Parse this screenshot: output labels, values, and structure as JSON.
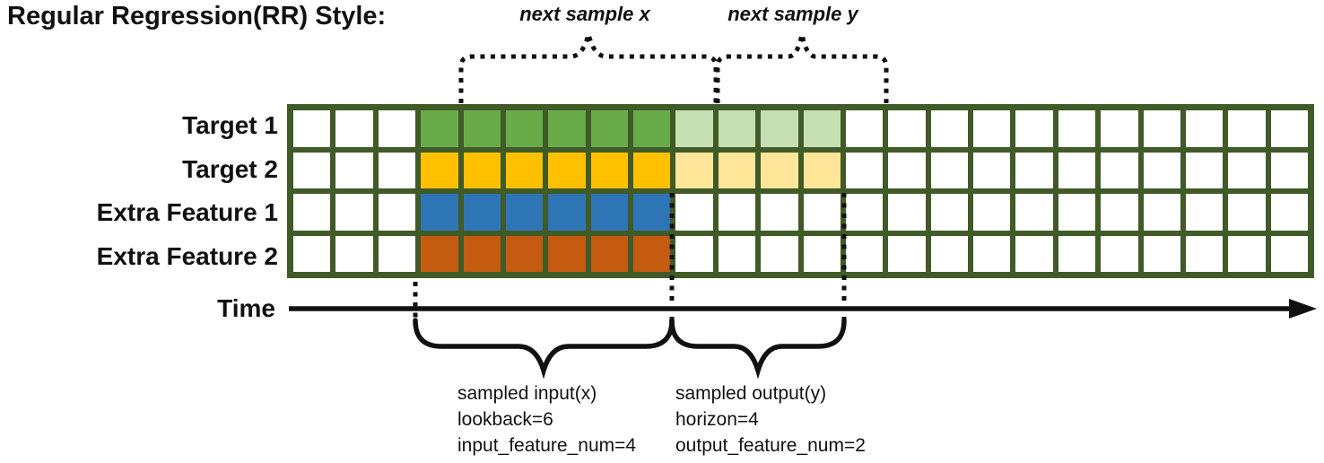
{
  "title": "Regular Regression(RR) Style:",
  "annotations": {
    "next_sample_x": "next sample x",
    "next_sample_y": "next sample y",
    "time_label": "Time"
  },
  "grid": {
    "columns": 24,
    "empty_before": 3,
    "lookback": 6,
    "horizon": 4,
    "border_color": "#405A28",
    "empty_cell_color": "#ffffff",
    "rows": [
      {
        "label": "Target 1",
        "lookback_color": "#6AAB49",
        "horizon_color": "#C6E0B4"
      },
      {
        "label": "Target 2",
        "lookback_color": "#FFC000",
        "horizon_color": "#FFE699"
      },
      {
        "label": "Extra Feature 1",
        "lookback_color": "#2E75B6",
        "horizon_color": null
      },
      {
        "label": "Extra Feature 2",
        "lookback_color": "#C55A11",
        "horizon_color": null
      }
    ]
  },
  "sampled_input": {
    "line1": "sampled input(x)",
    "line2": "lookback=6",
    "line3": "input_feature_num=4"
  },
  "sampled_output": {
    "line1": "sampled output(y)",
    "line2": "horizon=4",
    "line3": "output_feature_num=2"
  }
}
